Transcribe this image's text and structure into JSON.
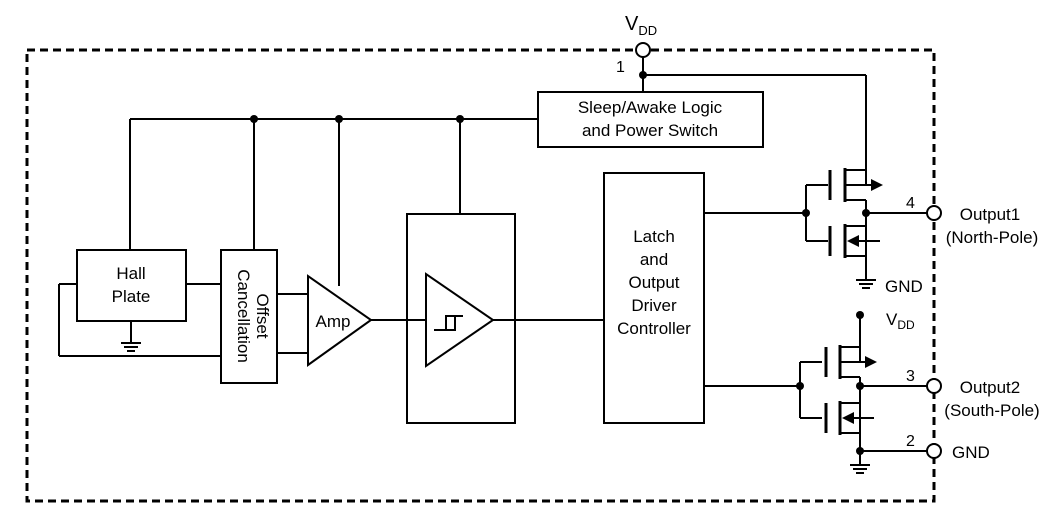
{
  "supply": {
    "vdd_main": "V",
    "vdd_main_sub": "DD",
    "vdd_right": "V",
    "vdd_right_sub": "DD"
  },
  "blocks": {
    "sleep_line1": "Sleep/Awake Logic",
    "sleep_line2": "and Power Switch",
    "hall_line1": "Hall",
    "hall_line2": "Plate",
    "offset_line1": "Offset",
    "offset_line2": "Cancellation",
    "amp": "Amp",
    "latch_lines": [
      "Latch",
      "and",
      "Output",
      "Driver",
      "Controller"
    ]
  },
  "pins": [
    {
      "number": "1",
      "label": ""
    },
    {
      "number": "4",
      "label": "Output1",
      "sublabel": "(North-Pole)"
    },
    {
      "number": "3",
      "label": "Output2",
      "sublabel": "(South-Pole)"
    },
    {
      "number": "2",
      "label": "GND"
    }
  ],
  "gnd_label": "GND"
}
